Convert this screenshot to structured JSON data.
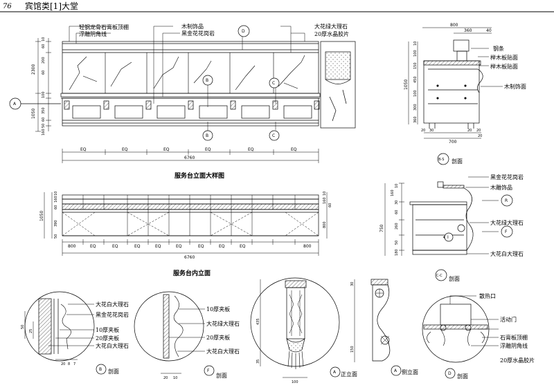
{
  "header": {
    "page_number": "76",
    "title": "宾馆类[1]大堂"
  },
  "titles": {
    "front_elevation": "服务台立面大样图",
    "inner_elevation": "服务台内立面",
    "section_bb": "剖面",
    "section_cc": "剖面",
    "detail_b_section": "剖面",
    "detail_f_section": "剖面",
    "detail_a_front": "正立面",
    "detail_a_side": "侧立面",
    "detail_d_section": "剖面"
  },
  "markers": {
    "a": "A",
    "b": "B",
    "c": "C",
    "d": "D",
    "f": "F",
    "bs": "B-S",
    "cc": "C-C",
    "r": "R",
    "i": "I"
  },
  "front_labels": [
    "轻钢龙骨石膏板顶棚",
    "浮雕阴角线",
    "木制饰品",
    "黑金花花岗岩",
    "大花绿大理石",
    "20厚水晶胶片"
  ],
  "front_dims": {
    "left": [
      "10",
      "60",
      "200",
      "60",
      "100",
      "350",
      "60",
      "50",
      "160"
    ],
    "heights": [
      "2300",
      "1050"
    ],
    "eq": [
      "EQ",
      "EQ",
      "EQ",
      "EQ",
      "EQ",
      "EQ"
    ],
    "total": "6760"
  },
  "inner_dims": {
    "left": [
      "10",
      "160",
      "60",
      "390",
      "50"
    ],
    "height": "1050",
    "right": [
      "10",
      "160",
      "60",
      "800"
    ],
    "bottom": [
      "800",
      "EQ",
      "EQ",
      "EQ",
      "EQ",
      "EQ",
      "EQ",
      "EQ",
      "EQ",
      "800"
    ],
    "total": "6760"
  },
  "section_bb": {
    "labels": [
      "钢条",
      "榉木板贴面",
      "榉木板贴面",
      "木制饰面"
    ],
    "top_dims": [
      "800",
      "360",
      "40"
    ],
    "left_dims": [
      "10",
      "100",
      "150",
      "450",
      "100",
      "300",
      "360"
    ],
    "height": "1050",
    "bottom_dims": [
      "20",
      "30",
      "20",
      "20",
      "700",
      "20"
    ]
  },
  "section_cc": {
    "labels": [
      "黑金花花岗岩",
      "木雕饰品",
      "大花绿大理石",
      "大花白大理石"
    ],
    "left_dims": [
      "10",
      "160",
      "30",
      "60",
      "260",
      "50",
      "180"
    ],
    "height": "750"
  },
  "detail_b": {
    "labels": [
      "大花白大理石",
      "黑金花花岗岩",
      "10厚夹板",
      "20厚夹板",
      "大花白大理石"
    ],
    "dims": [
      "50",
      "25",
      "20",
      "8",
      "7"
    ]
  },
  "detail_f": {
    "labels": [
      "10厚夹板",
      "大花绿大理石",
      "20厚夹板",
      "大花白大理石"
    ],
    "dims": [
      "20",
      "10"
    ]
  },
  "detail_a": {
    "dims": [
      "435",
      "35",
      "100",
      "30",
      "150"
    ]
  },
  "detail_d": {
    "labels": [
      "散热口",
      "活动门",
      "石膏板顶棚",
      "浮雕阴角线",
      "20厚水晶胶片"
    ]
  }
}
